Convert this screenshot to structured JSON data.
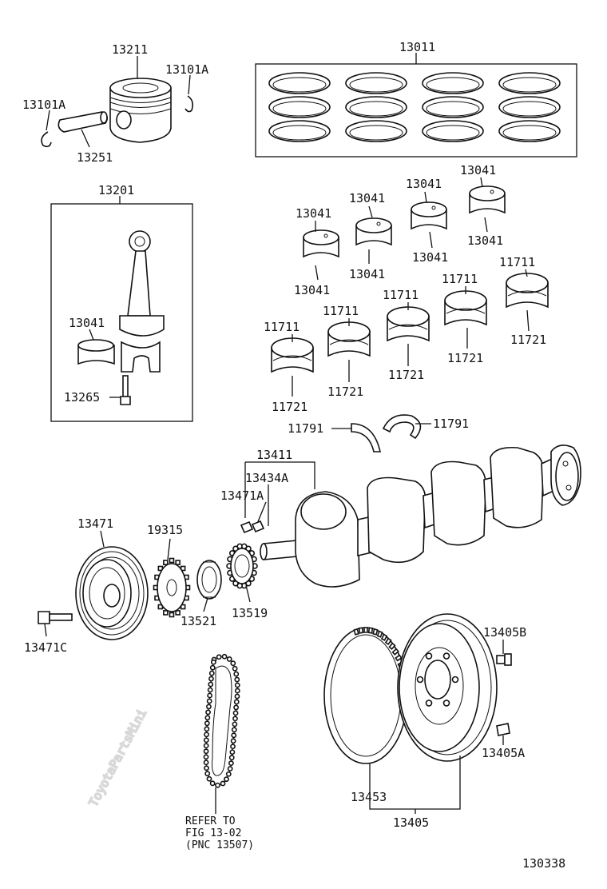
{
  "watermark": "ToyotaPartsMini",
  "diagram_id": "130338",
  "refer_note": [
    "REFER TO",
    "FIG 13-02",
    "(PNC 13507)"
  ],
  "labels": {
    "ring_set": "13011",
    "piston": "13211",
    "snap_ring_right": "13101A",
    "snap_ring_left": "13101A",
    "piston_pin": "13251",
    "conrod_assy": "13201",
    "conrod_bearing": "13041",
    "conrod_bolt": "13265",
    "bearing_1_top": "13041",
    "bearing_1_bottom": "13041",
    "bearing_2_top": "13041",
    "bearing_2_bottom": "13041",
    "bearing_3_top": "13041",
    "bearing_3_bottom": "13041",
    "bearing_4_top": "13041",
    "bearing_4_bottom": "13041",
    "main_upper_1": "11711",
    "main_lower_1": "11721",
    "main_upper_2": "11711",
    "main_lower_2": "11721",
    "main_upper_3": "11711",
    "main_lower_3": "11721",
    "main_upper_4": "11711",
    "main_lower_4": "11721",
    "main_upper_5": "11711",
    "main_lower_5": "11721",
    "thrust_washer_left": "11791",
    "thrust_washer_right": "11791",
    "crankshaft": "13411",
    "key_a": "13434A",
    "key_b": "13471A",
    "pulley": "13471",
    "pulley_bolt": "13471C",
    "sensor_plate": "19315",
    "oil_slinger": "13521",
    "crank_sprocket": "13519",
    "flywheel_bolt": "13405B",
    "flywheel_pin": "13405A",
    "ring_gear": "13453",
    "flywheel_assy": "13405"
  }
}
